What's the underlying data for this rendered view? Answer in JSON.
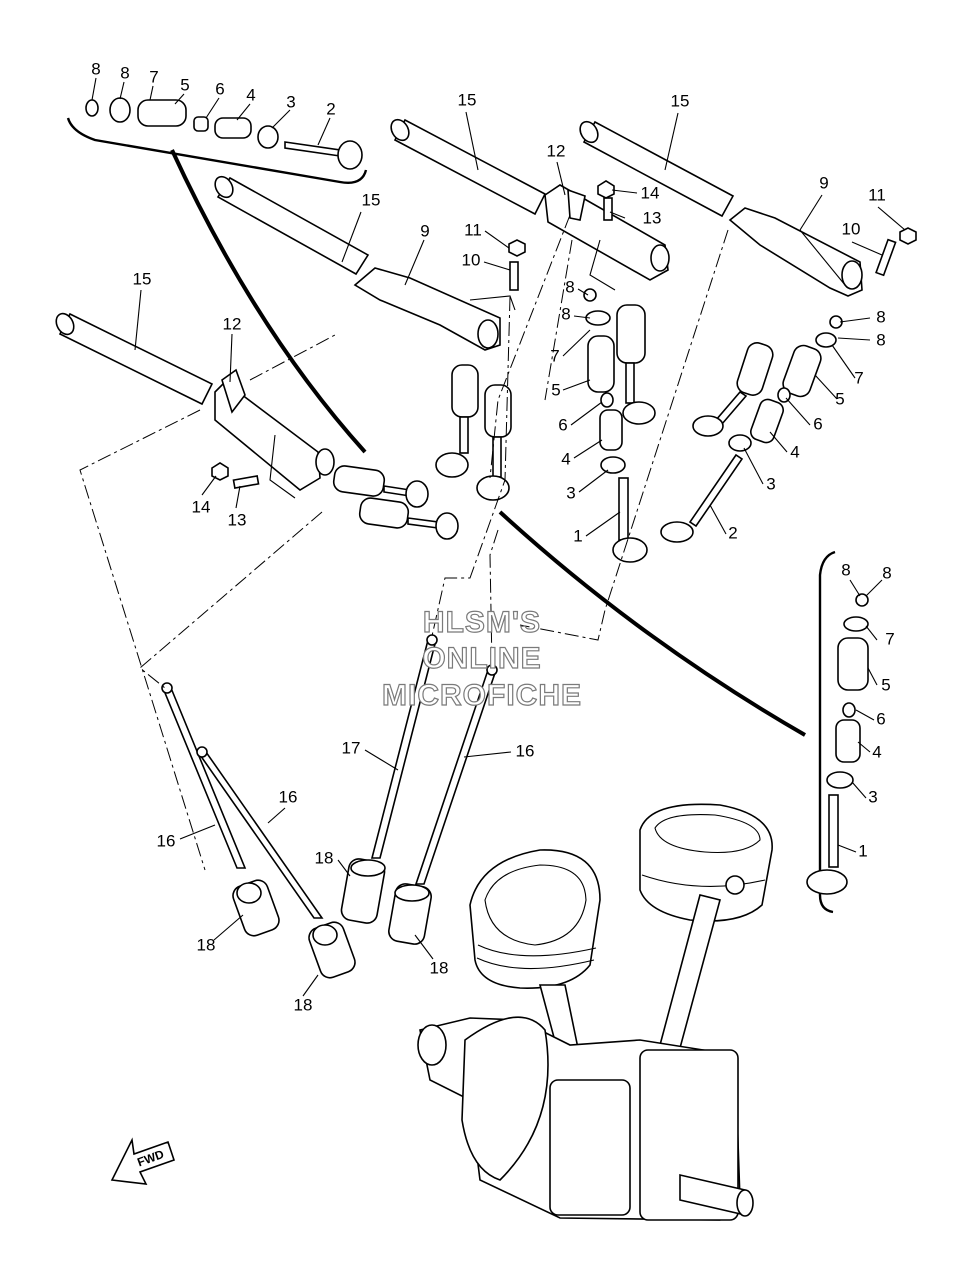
{
  "watermark": {
    "line1": "HLSM'S",
    "line2": "ONLINE",
    "line3": "MICROFICHE"
  },
  "fwd_label": "FWD",
  "callouts": {
    "top_left_group": [
      "8",
      "8",
      "7",
      "5",
      "6",
      "4",
      "3",
      "2"
    ],
    "front_rocker": [
      "15",
      "9",
      "11",
      "10",
      "15",
      "12",
      "14",
      "13"
    ],
    "rear_rocker": [
      "15",
      "12",
      "14",
      "13",
      "15",
      "9",
      "11",
      "10"
    ],
    "center_valve": [
      "8",
      "8",
      "7",
      "5",
      "6",
      "4",
      "3",
      "1"
    ],
    "right_valve": [
      "8",
      "8",
      "7",
      "5",
      "6",
      "4",
      "3",
      "2"
    ],
    "right_group": [
      "8",
      "8",
      "7",
      "5",
      "6",
      "4",
      "3",
      "1"
    ],
    "push_rods": [
      "17",
      "16",
      "16",
      "16"
    ],
    "lifters": [
      "18",
      "18",
      "18",
      "18"
    ]
  }
}
